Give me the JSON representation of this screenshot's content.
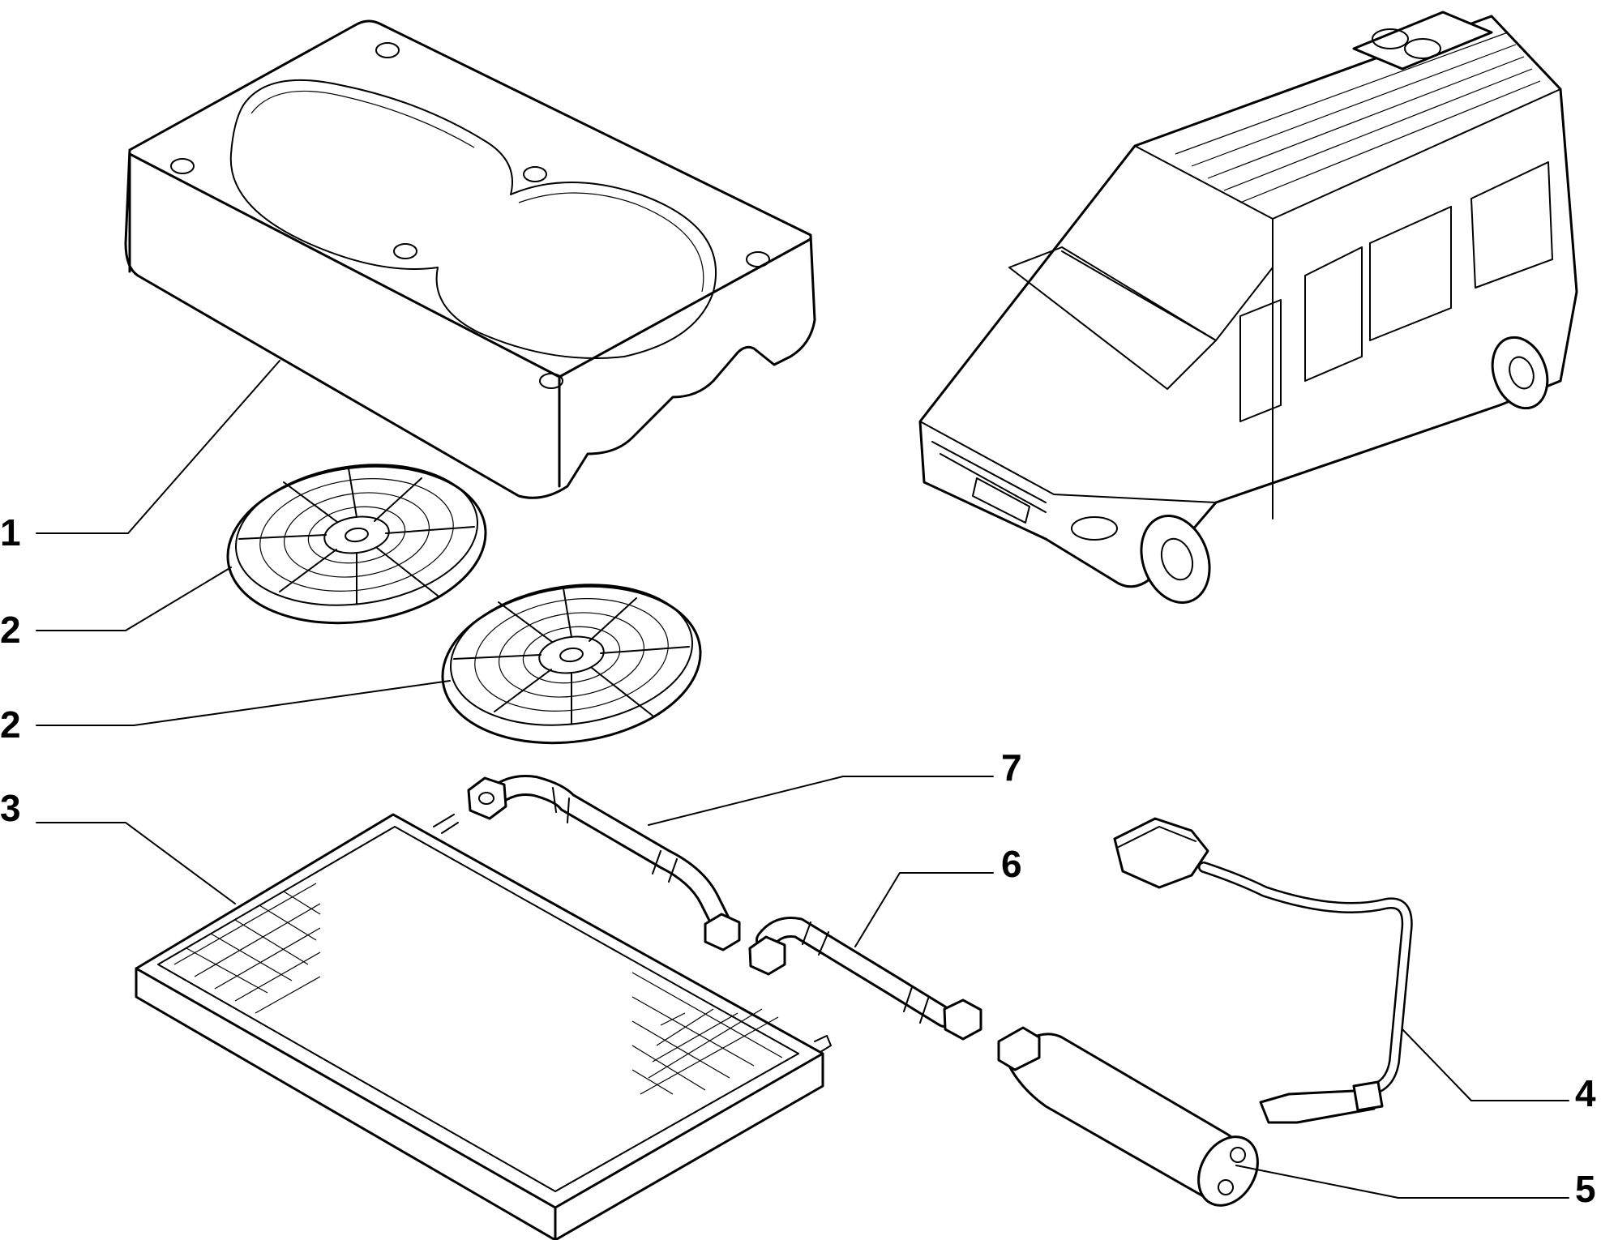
{
  "callouts": [
    {
      "label": "1"
    },
    {
      "label": "2"
    },
    {
      "label": "2"
    },
    {
      "label": "3"
    },
    {
      "label": "7"
    },
    {
      "label": "6"
    },
    {
      "label": "4"
    },
    {
      "label": "5"
    }
  ]
}
